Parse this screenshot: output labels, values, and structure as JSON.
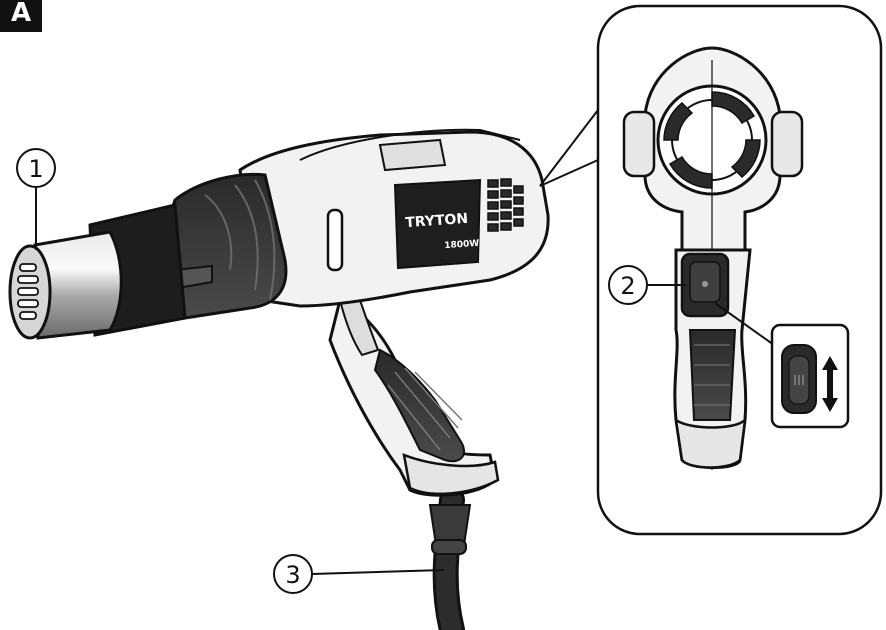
{
  "figure": {
    "label": "A"
  },
  "device": {
    "brand": "TRYTON",
    "power": "1800W"
  },
  "callouts": [
    {
      "number": "1"
    },
    {
      "number": "2"
    },
    {
      "number": "3"
    }
  ],
  "icons": {
    "switch_direction": "up-down-arrow-icon"
  },
  "colors": {
    "ink": "#111111",
    "grip": "#3a3a3a",
    "body": "#f2f2f2",
    "nozzle": "#c8c8c8"
  }
}
